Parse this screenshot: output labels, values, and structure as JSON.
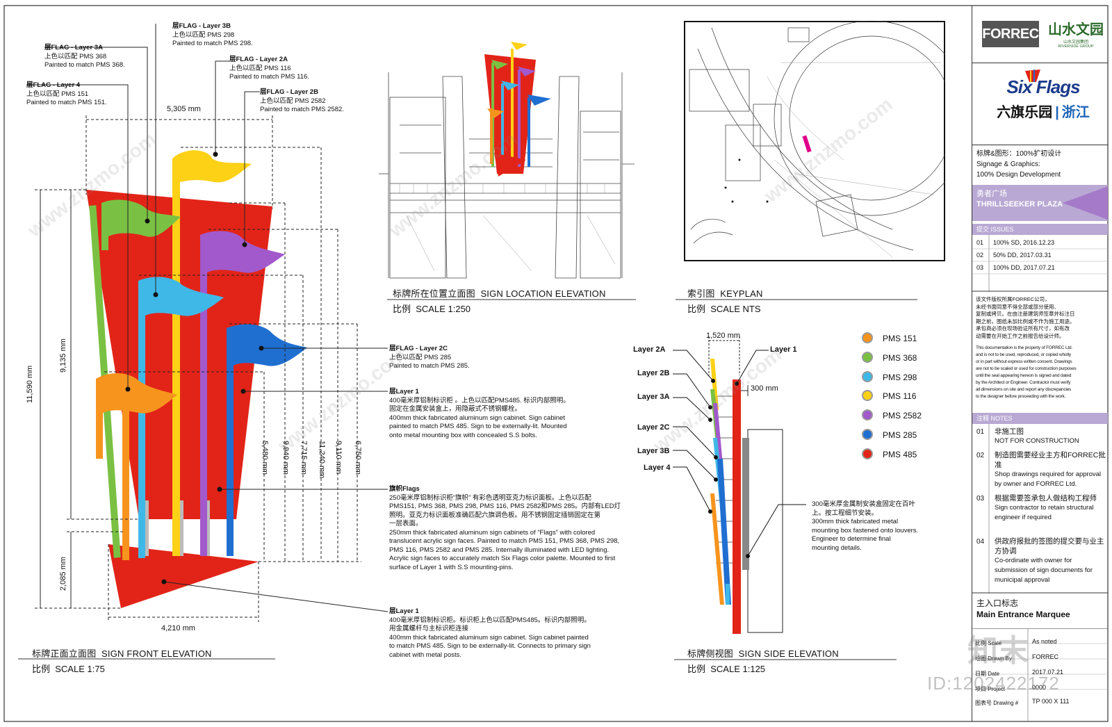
{
  "colors": {
    "pms151": "#f7941d",
    "pms368": "#7ac143",
    "pms298": "#3fb8e8",
    "pms116": "#fcd116",
    "pms2582": "#a259cc",
    "pms285": "#1f6fd1",
    "pms485": "#e22418",
    "band": "#b9a8d3",
    "accent": "#a57ac9"
  },
  "front": {
    "title_cn": "标牌正面立面图",
    "title_en": "SIGN FRONT ELEVATION",
    "scale_cn": "比例",
    "scale_en": "SCALE 1:75",
    "dims": {
      "top_width": "5,305 mm",
      "bottom_width": "4,210 mm",
      "total_height": "11,590 mm",
      "upper_height": "9,135 mm",
      "lower_height": "2,085 mm",
      "d1": "5,480 mm",
      "d2": "9,940 mm",
      "d3": "7,715 mm",
      "d4": "11,240 mm",
      "d5": "9,110 mm",
      "d6": "6,750 mm"
    },
    "labels": {
      "l3b": {
        "title": "层FLAG - Layer 3B",
        "cn": "上色以匹配  PMS  298",
        "en": "Painted to match PMS 298."
      },
      "l3a": {
        "title": "层FLAG - Layer 3A",
        "cn": "上色以匹配  PMS  368",
        "en": "Painted to match PMS 368."
      },
      "l2a": {
        "title": "层FLAG - Layer 2A",
        "cn": "上色以匹配  PMS  116",
        "en": "Painted to match PMS 116."
      },
      "l4": {
        "title": "层FLAG - Layer 4",
        "cn": "上色以匹配  PMS  151",
        "en": "Painted to match PMS 151."
      },
      "l2b": {
        "title": "层FLAG - Layer 2B",
        "cn": "上色以匹配  PMS  2582",
        "en": "Painted to match PMS 2582."
      },
      "l2c": {
        "title": "层FLAG - Layer 2C",
        "cn": "上色以匹配  PMS  285",
        "en": "Painted to match PMS 285."
      }
    },
    "callout_layer1a": {
      "title": "层Layer 1",
      "cn1": "400毫米厚铝制标识柜  。上色以匹配PMS485. 标识内部照明。",
      "cn2": "固定在金属安装盒上，用隐蔽式不锈钢螺栓。",
      "en1": "400mm thick fabricated aluminum sign cabinet. Sign cabinet",
      "en2": "painted to match PMS 485. Sign to be externally-lit. Mounted",
      "en3": "onto metal mounting box with concealed S.S bolts."
    },
    "callout_flags": {
      "title": "旗帜Flags",
      "cn1": "250毫米厚铝制标识柜“旗帜”  有彩色透明亚克力标识面板。上色以匹配",
      "cn2": "PMS151,  PMS  368,  PMS  298,  PMS  116,  PMS  2582和PMS  285。内部有LED灯",
      "cn3": "照明。亚克力标识面板准确匹配六旗调色板。用不锈钢固定插销固定在第",
      "cn4": "一层表面。",
      "en1": "250mm thick fabricated aluminum sign cabinets of “Flags” with colored",
      "en2": "translucent acrylic sign faces. Painted to match PMS 151, PMS 368, PMS 298,",
      "en3": "PMS 116, PMS 2582 and PMS 285.  Internally illuminated with LED lighting.",
      "en4": "Acrylic sign faces to accurately match Six Flags color palette. Mounted to first",
      "en5": "surface of Layer 1 with S.S mounting-pins."
    },
    "callout_layer1b": {
      "title": "层Layer 1",
      "cn1": "  400毫米厚铝制标识柜。标识柜上色以匹配PMS485。标识内部照明。",
      "cn2": "用金属螺杆与主标识柜连接",
      "en1": "400mm thick fabricated aluminum sign cabinet. Sign cabinet painted",
      "en2": "to match PMS 485. Sign to be externally-lit. Connects to primary sign",
      "en3": "cabinet with metal posts."
    }
  },
  "location": {
    "title_cn": "标牌所在位置立面图",
    "title_en": "SIGN LOCATION ELEVATION",
    "scale_cn": "比例",
    "scale_en": "SCALE 1:250"
  },
  "keyplan": {
    "title_cn": "索引图",
    "title_en": "KEYPLAN",
    "scale_cn": "比例",
    "scale_en": "SCALE NTS"
  },
  "side": {
    "title_cn": "标牌侧视图",
    "title_en": "SIGN SIDE ELEVATION",
    "scale_cn": "比例",
    "scale_en": "SCALE 1:125",
    "dim_width": "1,520 mm",
    "dim_offset": "300 mm",
    "layers_left": [
      "Layer 2A",
      "Layer 2B",
      "Layer 3A",
      "Layer 2C",
      "Layer 3B",
      "Layer 4"
    ],
    "layer_right": "Layer 1",
    "note_cn1": "300毫米厚金属制安装盒固定在百叶",
    "note_cn2": "上。按工程细节安装。",
    "note_en1": "300mm thick fabricated metal",
    "note_en2": "mounting box fastened onto louvers.",
    "note_en3": "Engineer to determine final",
    "note_en4": "mounting details."
  },
  "legend": [
    {
      "label": "PMS 151",
      "color": "#f7941d"
    },
    {
      "label": "PMS 368",
      "color": "#7ac143"
    },
    {
      "label": "PMS 298",
      "color": "#3fb8e8"
    },
    {
      "label": "PMS 116",
      "color": "#fcd116"
    },
    {
      "label": "PMS 2582",
      "color": "#a259cc"
    },
    {
      "label": "PMS 285",
      "color": "#1f6fd1"
    },
    {
      "label": "PMS 485",
      "color": "#e22418"
    }
  ],
  "titleblock": {
    "forrec": "FORREC",
    "client_cn": "山水文园",
    "client_sub_cn": "山水文园集团",
    "client_sub_en": "RIVERSIDE GROUP",
    "sixflags": "Six Flags",
    "park_cn": "六旗乐园",
    "region_cn": "浙江",
    "phase_cn": "标牌&图形：100%扩初设计",
    "phase_en1": "Signage & Graphics:",
    "phase_en2": "100% Design Development",
    "area_cn": "勇者广场",
    "area_en": "THRILLSEEKER PLAZA",
    "issues_label": "提交  ISSUES",
    "issues": [
      {
        "no": "01",
        "text": "100% SD, 2016.12.23"
      },
      {
        "no": "02",
        "text": "50% DD, 2017.03.31"
      },
      {
        "no": "03",
        "text": "100% DD, 2017.07.21"
      }
    ],
    "copyright_cn": [
      "该文件版权所属FORREC公司，",
      "未经书面同意不得全部或部分使用、",
      "复制或拷贝。在由注册建筑师签章并标注日",
      "期之前，图纸未加比例或不作为施工用途。",
      "承包商必须在现场验证所有尺寸，如有改",
      "动需要在开始工作之前报告给设计师。"
    ],
    "copyright_en": [
      "This documentation is the property of FORREC Ltd.",
      "and is not to be used, reproduced, or copied wholly",
      "or in part without express written consent. Drawings",
      "are not to be scaled or used for construction purposes",
      "until the seal appearing hereon is signed and dated",
      "by the Architect or Engineer. Contractor must verify",
      "all dimensions on site and report any discrepancies",
      "to the designer before proceeding with the work."
    ],
    "notes_label": "注释  NOTES",
    "notes": [
      {
        "no": "01",
        "cn": "非施工图",
        "en": "NOT FOR CONSTRUCTION"
      },
      {
        "no": "02",
        "cn": "制造图需要经业主方和FORREC批准",
        "en": "Shop drawings required for approval by owner and FORREC Ltd."
      },
      {
        "no": "03",
        "cn": "根据需要签承包人做结构工程师",
        "en": "Sign contractor to retain structural engineer if required"
      },
      {
        "no": "04",
        "cn": "供政府报批的签图的提交要与业主方协调",
        "en": "Co-ordinate with owner for submission of sign documents for municipal approval"
      }
    ],
    "drawing_title_cn": "主入口标志",
    "drawing_title_en": "Main Entrance Marquee",
    "scale_label": "比例 Scale",
    "scale_value": "As noted",
    "drawn_label": "绘图 Drawn By",
    "drawn_value": "FORREC",
    "date_label": "日期  Date",
    "date_value": "2017.07.21",
    "project_label": "项目 Project",
    "project_value": "0000",
    "drawing_no_label": "图表号  Drawing #",
    "drawing_no_value": "TP 000 X 111"
  },
  "watermark": {
    "site": "www.znzmo.com",
    "brand_cn": "知末",
    "id_text": "ID:1202422172"
  }
}
